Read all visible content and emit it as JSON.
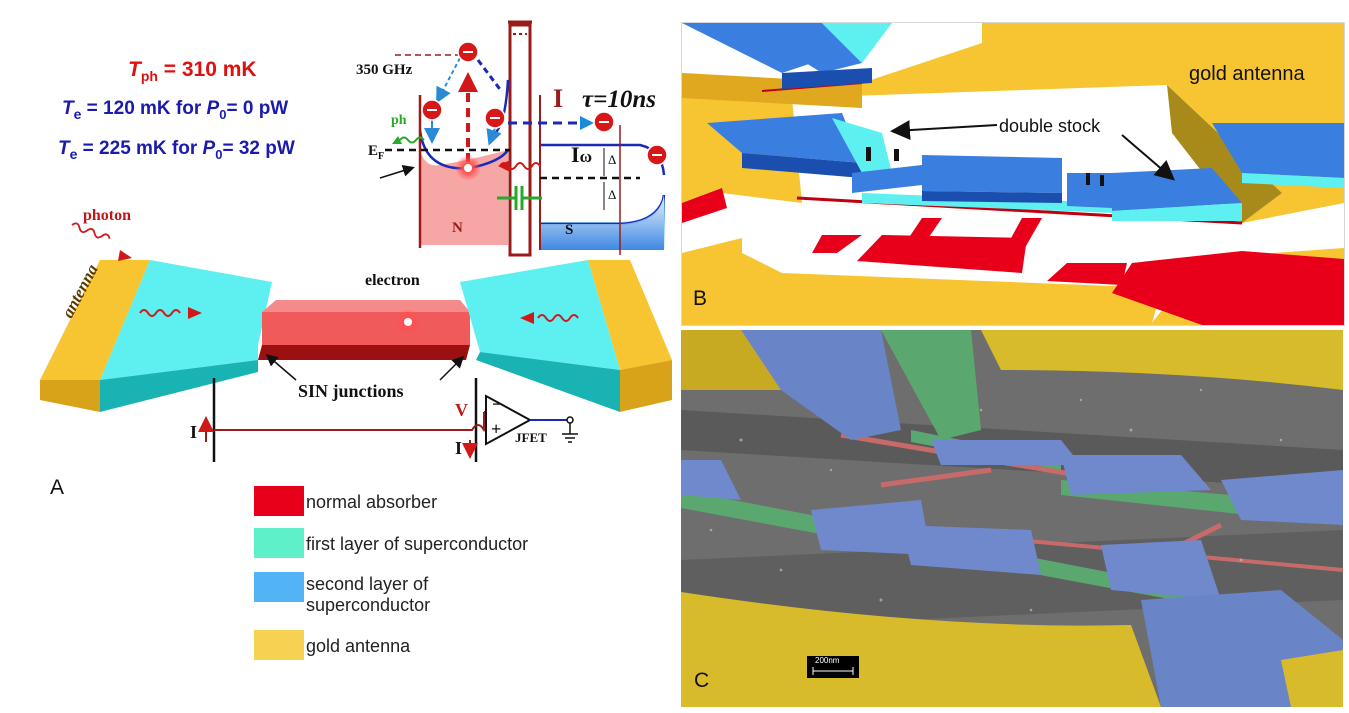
{
  "panel_a": {
    "letter": "A",
    "temps": {
      "t_ph": {
        "sym": "T",
        "sub": "ph",
        "rest": " = 310 mK"
      },
      "t_e1": {
        "sym": "T",
        "sub": "e",
        "mid": " = 120 mK for ",
        "p": "P",
        "psub": "0",
        "rest": "= 0 pW"
      },
      "t_e2": {
        "sym": "T",
        "sub": "e",
        "mid": " = 225 mK for ",
        "p": "P",
        "psub": "0",
        "rest": "= 32 pW"
      }
    },
    "band": {
      "freq": "350 GHz",
      "ph": "ph",
      "ef": "E",
      "ef_sub": "F",
      "current": "I",
      "tau": "τ=10ns",
      "i_omega": "I",
      "i_omega_sub": "ω",
      "delta1": "Δ",
      "delta2": "Δ",
      "n": "N",
      "s": "S",
      "electron_sign": "−"
    },
    "photon": "photon",
    "antenna": "antenna",
    "electron": "electron",
    "sin_junctions": "SIN junctions",
    "circuit": {
      "i_left": "I",
      "i_right": "I",
      "v": "V",
      "minus": "−",
      "plus": "+",
      "jfet": "JFET"
    }
  },
  "legend": [
    {
      "label": "normal absorber",
      "color": "#e8001a"
    },
    {
      "label": "first layer of superconductor",
      "color": "#5ef0c8"
    },
    {
      "label": "second layer of superconductor",
      "line1": "second layer of",
      "line2": "superconductor",
      "color": "#52b4f5"
    },
    {
      "label": "gold antenna",
      "color": "#f7d252"
    }
  ],
  "panel_b": {
    "letter": "B",
    "gold_antenna": "gold antenna",
    "double_stock": "double stock"
  },
  "panel_c": {
    "letter": "C",
    "scale_bar": "200nm"
  },
  "colors": {
    "red": "#e8001a",
    "cyan": "#5ef0c8",
    "blue": "#3a7fe0",
    "gold": "#f7c531",
    "dark_red": "#9b1b1b",
    "navy": "#1a1aa8"
  }
}
